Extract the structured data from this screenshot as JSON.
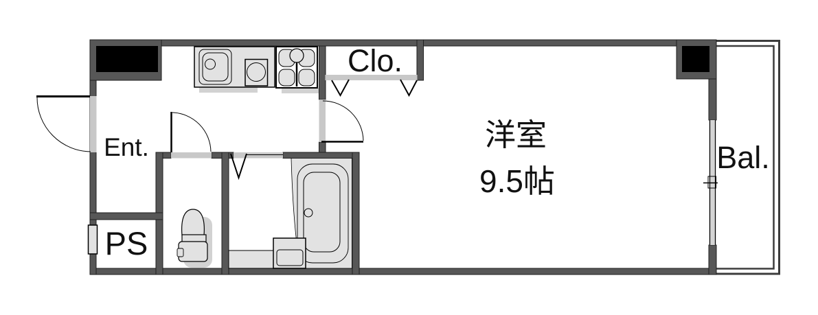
{
  "floorplan": {
    "title": "1K apartment floor plan",
    "rooms": {
      "entrance": {
        "label": "Ent."
      },
      "pipe_space": {
        "label": "PS"
      },
      "closet": {
        "label": "Clo."
      },
      "western_room": {
        "label": "洋室",
        "size": "9.5帖"
      },
      "balcony": {
        "label": "Bal."
      }
    },
    "fixtures": [
      "kitchen-sink",
      "gas-stove",
      "washing-machine-pan",
      "toilet",
      "bathtub",
      "bath-vanity",
      "bath-counter",
      "entrance-door",
      "room-door",
      "toilet-door",
      "bath-folding-door",
      "closet-folding-doors",
      "sliding-window",
      "pillar",
      "duct-shaft",
      "meter-box"
    ],
    "colors": {
      "background": "#ffffff",
      "wall": "#575757",
      "wall-outline": "#1f1f1f",
      "opening": "#c8c8c8",
      "fixture": "#e2e2e2",
      "fixture-line": "#000000",
      "shadow": "#d2d2d2",
      "balcony-line": "#3c3c3c",
      "text": "#111111"
    }
  }
}
